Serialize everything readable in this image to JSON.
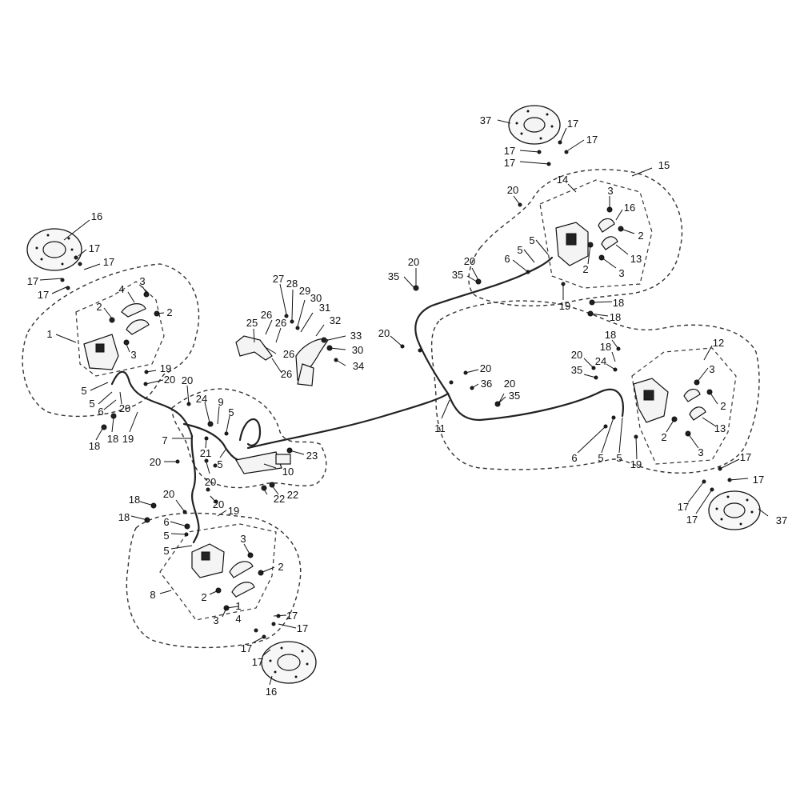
{
  "callouts": [
    {
      "id": "c1",
      "text": "16"
    },
    {
      "id": "c2",
      "text": "17"
    },
    {
      "id": "c3",
      "text": "17"
    },
    {
      "id": "c4",
      "text": "17"
    },
    {
      "id": "c5",
      "text": "17"
    },
    {
      "id": "c6",
      "text": "4"
    },
    {
      "id": "c7",
      "text": "3"
    },
    {
      "id": "c8",
      "text": "2"
    },
    {
      "id": "c9",
      "text": "2"
    },
    {
      "id": "c10",
      "text": "1"
    },
    {
      "id": "c11",
      "text": "3"
    },
    {
      "id": "c12",
      "text": "19"
    },
    {
      "id": "c13",
      "text": "20"
    },
    {
      "id": "c14",
      "text": "5"
    },
    {
      "id": "c15",
      "text": "5"
    },
    {
      "id": "c16",
      "text": "20"
    },
    {
      "id": "c17",
      "text": "6"
    },
    {
      "id": "c18",
      "text": "18"
    },
    {
      "id": "c19",
      "text": "19"
    },
    {
      "id": "c20",
      "text": "18"
    },
    {
      "id": "c21",
      "text": "20"
    },
    {
      "id": "c22",
      "text": "24"
    },
    {
      "id": "c23",
      "text": "9"
    },
    {
      "id": "c24",
      "text": "5"
    },
    {
      "id": "c25",
      "text": "7"
    },
    {
      "id": "c26",
      "text": "21"
    },
    {
      "id": "c27",
      "text": "5"
    },
    {
      "id": "c28",
      "text": "20"
    },
    {
      "id": "c29",
      "text": "20"
    },
    {
      "id": "c30",
      "text": "23"
    },
    {
      "id": "c31",
      "text": "10"
    },
    {
      "id": "c32",
      "text": "22"
    },
    {
      "id": "c33",
      "text": "22"
    },
    {
      "id": "c34",
      "text": "20"
    },
    {
      "id": "c35",
      "text": "20"
    },
    {
      "id": "c36",
      "text": "19"
    },
    {
      "id": "c37",
      "text": "18"
    },
    {
      "id": "c38",
      "text": "18"
    },
    {
      "id": "c39",
      "text": "6"
    },
    {
      "id": "c40",
      "text": "5"
    },
    {
      "id": "c41",
      "text": "5"
    },
    {
      "id": "c42",
      "text": "3"
    },
    {
      "id": "c43",
      "text": "2"
    },
    {
      "id": "c44",
      "text": "2"
    },
    {
      "id": "c45",
      "text": "1"
    },
    {
      "id": "c46",
      "text": "8"
    },
    {
      "id": "c47",
      "text": "4"
    },
    {
      "id": "c48",
      "text": "3"
    },
    {
      "id": "c49",
      "text": "17"
    },
    {
      "id": "c50",
      "text": "17"
    },
    {
      "id": "c51",
      "text": "17"
    },
    {
      "id": "c52",
      "text": "17"
    },
    {
      "id": "c53",
      "text": "16"
    },
    {
      "id": "c54",
      "text": "27"
    },
    {
      "id": "c55",
      "text": "28"
    },
    {
      "id": "c56",
      "text": "29"
    },
    {
      "id": "c57",
      "text": "30"
    },
    {
      "id": "c58",
      "text": "31"
    },
    {
      "id": "c59",
      "text": "32"
    },
    {
      "id": "c60",
      "text": "26"
    },
    {
      "id": "c61",
      "text": "25"
    },
    {
      "id": "c62",
      "text": "26"
    },
    {
      "id": "c63",
      "text": "26"
    },
    {
      "id": "c64",
      "text": "33"
    },
    {
      "id": "c65",
      "text": "30"
    },
    {
      "id": "c66",
      "text": "26"
    },
    {
      "id": "c67",
      "text": "34"
    },
    {
      "id": "c68",
      "text": "20"
    },
    {
      "id": "c69",
      "text": "35"
    },
    {
      "id": "c70",
      "text": "20"
    },
    {
      "id": "c71",
      "text": "35"
    },
    {
      "id": "c72",
      "text": "20"
    },
    {
      "id": "c73",
      "text": "20"
    },
    {
      "id": "c74",
      "text": "36"
    },
    {
      "id": "c75",
      "text": "20"
    },
    {
      "id": "c76",
      "text": "35"
    },
    {
      "id": "c77",
      "text": "11"
    },
    {
      "id": "c78",
      "text": "37"
    },
    {
      "id": "c79",
      "text": "17"
    },
    {
      "id": "c80",
      "text": "17"
    },
    {
      "id": "c81",
      "text": "17"
    },
    {
      "id": "c82",
      "text": "17"
    },
    {
      "id": "c83",
      "text": "15"
    },
    {
      "id": "c84",
      "text": "20"
    },
    {
      "id": "c85",
      "text": "14"
    },
    {
      "id": "c86",
      "text": "3"
    },
    {
      "id": "c87",
      "text": "16"
    },
    {
      "id": "c88",
      "text": "2"
    },
    {
      "id": "c89",
      "text": "6"
    },
    {
      "id": "c90",
      "text": "5"
    },
    {
      "id": "c91",
      "text": "5"
    },
    {
      "id": "c92",
      "text": "2"
    },
    {
      "id": "c93",
      "text": "13"
    },
    {
      "id": "c94",
      "text": "3"
    },
    {
      "id": "c95",
      "text": "19"
    },
    {
      "id": "c96",
      "text": "18"
    },
    {
      "id": "c97",
      "text": "18"
    },
    {
      "id": "c98",
      "text": "18"
    },
    {
      "id": "c99",
      "text": "18"
    },
    {
      "id": "c100",
      "text": "20"
    },
    {
      "id": "c101",
      "text": "24"
    },
    {
      "id": "c102",
      "text": "35"
    },
    {
      "id": "c103",
      "text": "12"
    },
    {
      "id": "c104",
      "text": "3"
    },
    {
      "id": "c105",
      "text": "2"
    },
    {
      "id": "c106",
      "text": "2"
    },
    {
      "id": "c107",
      "text": "13"
    },
    {
      "id": "c108",
      "text": "3"
    },
    {
      "id": "c109",
      "text": "6"
    },
    {
      "id": "c110",
      "text": "5"
    },
    {
      "id": "c111",
      "text": "5"
    },
    {
      "id": "c112",
      "text": "19"
    },
    {
      "id": "c113",
      "text": "17"
    },
    {
      "id": "c114",
      "text": "17"
    },
    {
      "id": "c115",
      "text": "17"
    },
    {
      "id": "c116",
      "text": "17"
    },
    {
      "id": "c117",
      "text": "37"
    }
  ]
}
